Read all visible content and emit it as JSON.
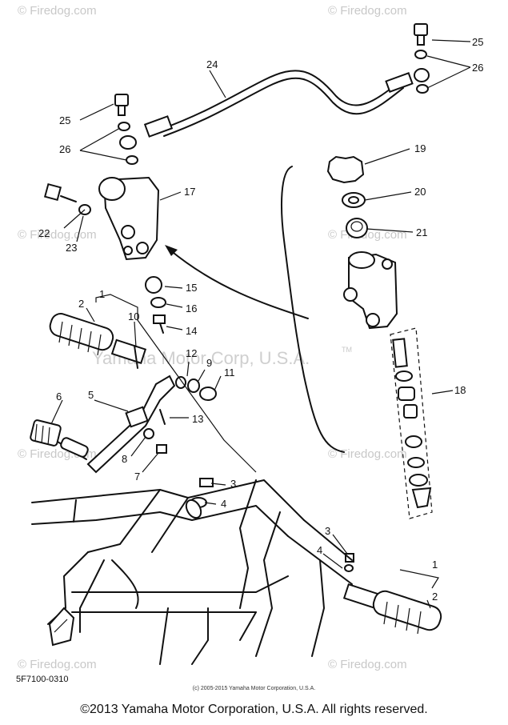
{
  "watermarks": {
    "tl": "© Firedog.com",
    "tr": "© Firedog.com",
    "ml": "© Firedog.com",
    "mr": "© Firedog.com",
    "bl": "© Firedog.com",
    "br": "© Firedog.com",
    "bl2": "© Firedog.com",
    "br2": "© Firedog.com",
    "center": "Yamaha Motor Corp, U.S.A.",
    "tm": "TM"
  },
  "callouts": [
    "1",
    "2",
    "3",
    "4",
    "5",
    "6",
    "7",
    "8",
    "9",
    "10",
    "11",
    "12",
    "13",
    "14",
    "15",
    "16",
    "17",
    "18",
    "19",
    "20",
    "21",
    "22",
    "23",
    "24",
    "25",
    "26"
  ],
  "labels": {
    "c1a": "1",
    "c2a": "2",
    "c1b": "1",
    "c2b": "2",
    "c3a": "3",
    "c4a": "4",
    "c3b": "3",
    "c4b": "4",
    "c5": "5",
    "c6": "6",
    "c7": "7",
    "c8": "8",
    "c9": "9",
    "c10": "10",
    "c11": "11",
    "c12": "12",
    "c13": "13",
    "c14": "14",
    "c15": "15",
    "c16": "16",
    "c17": "17",
    "c18": "18",
    "c19": "19",
    "c20": "20",
    "c21": "21",
    "c22": "22",
    "c23": "23",
    "c24": "24",
    "c25a": "25",
    "c25b": "25",
    "c26a": "26",
    "c26b": "26"
  },
  "diagram_code": "5F7100-0310",
  "copyright_small": "(c) 2005-2015 Yamaha Motor Corporation, U.S.A.",
  "copyright_main": "©2013 Yamaha Motor Corporation, U.S.A. All rights reserved."
}
